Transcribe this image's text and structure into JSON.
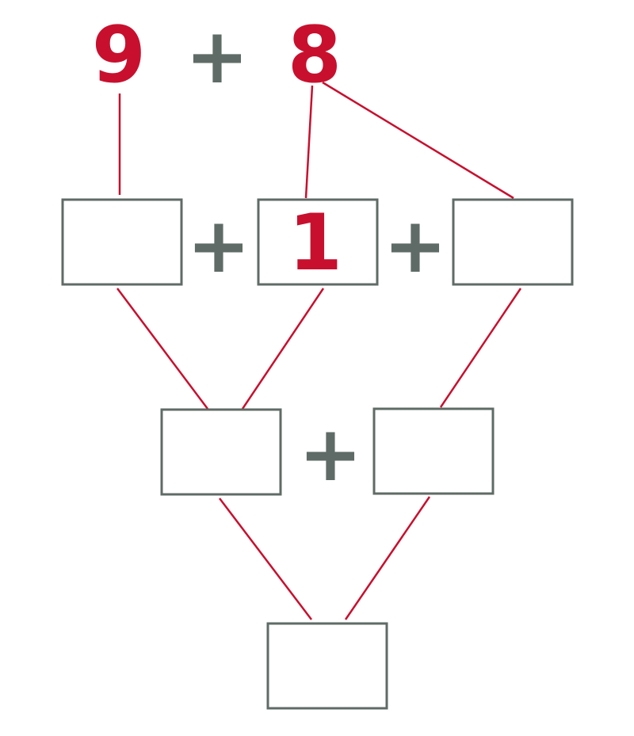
{
  "colors": {
    "accent": "#c8102e",
    "neutral": "#5f6b66"
  },
  "top": {
    "left_number": "9",
    "operator": "+",
    "right_number": "8"
  },
  "row1": {
    "box_left": "",
    "op1": "+",
    "box_middle": "1",
    "op2": "+",
    "box_right": ""
  },
  "row2": {
    "box_left": "",
    "op": "+",
    "box_right": ""
  },
  "row3": {
    "box_result": ""
  }
}
